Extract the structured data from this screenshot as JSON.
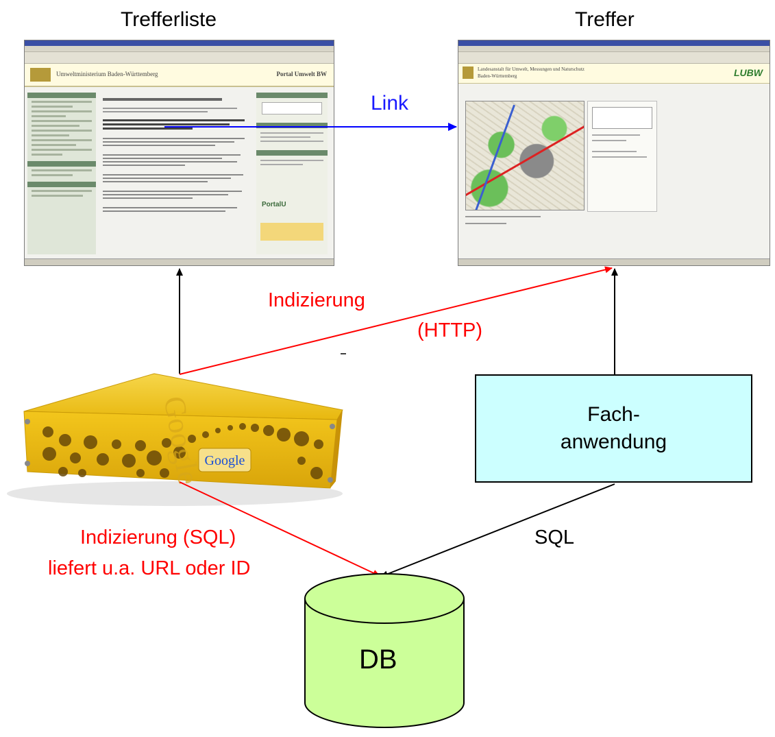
{
  "labels": {
    "trefferliste": "Trefferliste",
    "treffer": "Treffer",
    "link": "Link",
    "indizierung_http_1": "Indizierung",
    "indizierung_http_2": "(HTTP)",
    "indizierung_sql_1": "Indizierung (SQL)",
    "indizierung_sql_2": "liefert u.a. URL oder ID",
    "sql": "SQL",
    "fach_1": "Fach-",
    "fach_2": "anwendung",
    "db": "DB"
  },
  "appliance": {
    "brand": "Google"
  },
  "screenshots": {
    "left_header": "Umweltministerium Baden-Württemberg",
    "left_portal": "Portal Umwelt BW",
    "left_portalu": "PortalU",
    "right_header_1": "Landesanstalt für Umwelt, Messungen und Naturschutz",
    "right_header_2": "Baden-Württemberg",
    "right_logo": "LUBW"
  },
  "colors": {
    "red_arrow": "#ff0000",
    "blue_arrow": "#0000ff",
    "black_arrow": "#000000",
    "fach_fill": "#ccffff",
    "db_fill": "#ccff99",
    "appliance_yellow": "#f2c81a"
  }
}
